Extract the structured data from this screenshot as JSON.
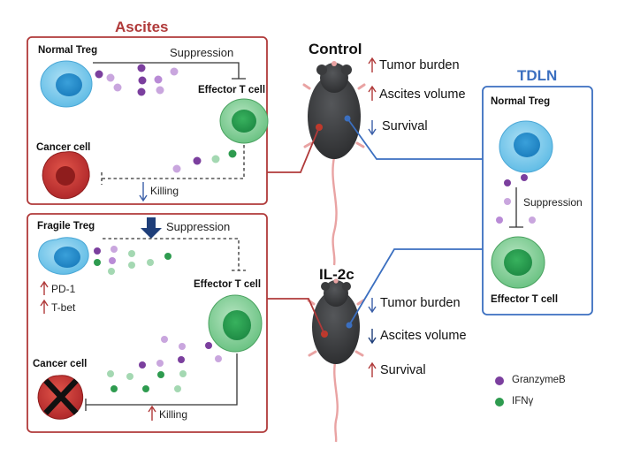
{
  "ascites": {
    "title": "Ascites",
    "control_panel": {
      "treg_label": "Normal Treg",
      "suppression_label": "Suppression",
      "effector_label": "Effector T cell",
      "cancer_label": "Cancer cell",
      "killing_label": "Killing"
    },
    "il2c_panel": {
      "treg_label": "Fragile Treg",
      "suppression_label": "Suppression",
      "effector_label": "Effector T cell",
      "cancer_label": "Cancer cell",
      "killing_label": "Killing",
      "marker_1": "PD-1",
      "marker_2": "T-bet"
    }
  },
  "control": {
    "title": "Control",
    "outcomes": [
      {
        "label": "Tumor burden",
        "direction": "up"
      },
      {
        "label": "Ascites volume",
        "direction": "up"
      },
      {
        "label": "Survival",
        "direction": "down"
      }
    ]
  },
  "il2c": {
    "title": "IL-2c",
    "outcomes": [
      {
        "label": "Tumor burden",
        "direction": "down"
      },
      {
        "label": "Ascites volume",
        "direction": "down"
      },
      {
        "label": "Survival",
        "direction": "up"
      }
    ]
  },
  "tdln": {
    "title": "TDLN",
    "treg_label": "Normal Treg",
    "suppression_label": "Suppression",
    "effector_label": "Effector T cell"
  },
  "legend": {
    "granzyme_label": "GranzymeB",
    "ifn_label": "IFNγ"
  },
  "colors": {
    "ascites_border": "#b03a3a",
    "tdln_border": "#3b6fc0",
    "up_arrow": "#b03a3a",
    "down_arrow": "#3b5fa8",
    "treg": "#5cb7e2",
    "effector": "#56b56e",
    "cancer": "#c0392b",
    "granzyme": "#7b3f9e",
    "ifn": "#2e9b4f"
  }
}
